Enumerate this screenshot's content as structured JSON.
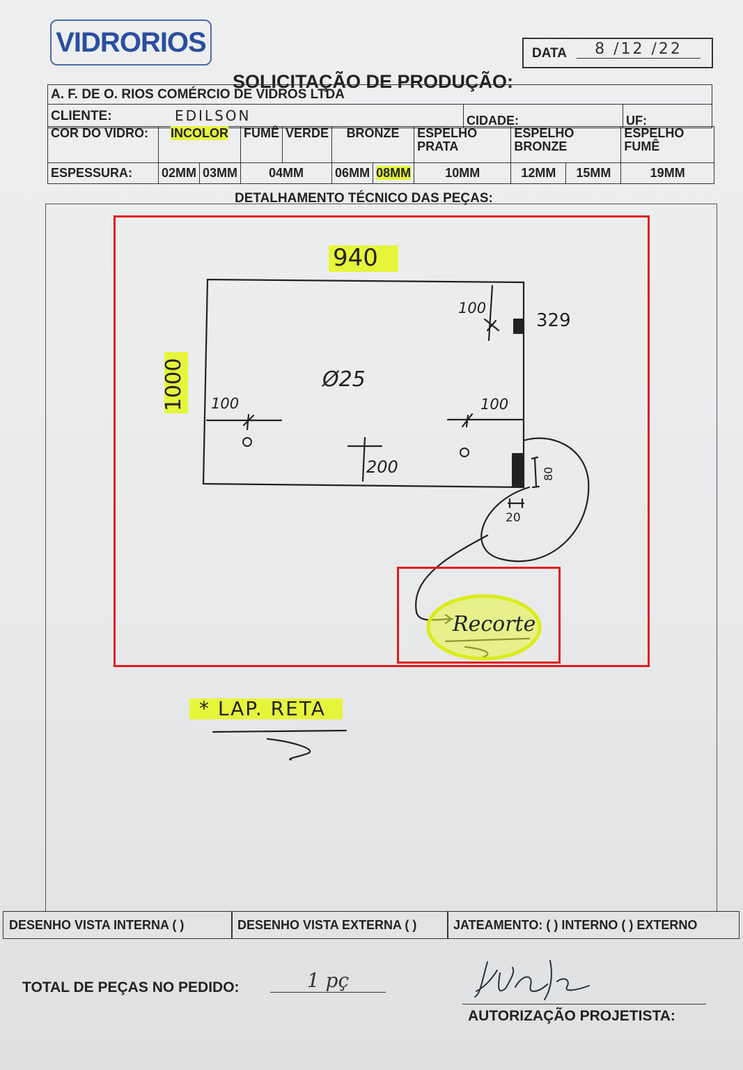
{
  "header": {
    "logo_text": "VIDRORIOS",
    "date_label": "DATA",
    "date_value": "8 /12 /22",
    "title": "SOLICITAÇÃO DE PRODUÇÃO:"
  },
  "company": {
    "name": "A. F. DE O. RIOS COMÉRCIO DE VIDROS LTDA",
    "client_label": "CLIENTE:",
    "client_value": "EDILSON",
    "city_label": "CIDADE:",
    "uf_label": "UF:"
  },
  "glass_color": {
    "label": "COR DO VIDRO:",
    "options": [
      "INCOLOR",
      "FUMÊ",
      "VERDE",
      "BRONZE",
      "ESPELHO PRATA",
      "ESPELHO BRONZE",
      "ESPELHO FUMÊ"
    ],
    "selected": "INCOLOR"
  },
  "thickness": {
    "label": "ESPESSURA:",
    "options": [
      "02MM",
      "03MM",
      "04MM",
      "06MM",
      "08MM",
      "10MM",
      "12MM",
      "15MM",
      "19MM"
    ],
    "selected": "08MM"
  },
  "section_title": "DETALHAMENTO TÉCNICO DAS PEÇAS:",
  "sketch": {
    "width": "940",
    "height": "1000",
    "hole_diameter": "Ø25",
    "top_hole_offset": "100",
    "top_notch_offset": "329",
    "left_hole_offset": "100",
    "right_hole_offset": "100",
    "bottom_center_offset": "200",
    "notch_height": "80",
    "notch_width": "20",
    "cutout_label": "Recorte",
    "note": "* LAP. RETA",
    "hole_marks": [
      "o",
      "o"
    ]
  },
  "highlight_color": "#e6f53a",
  "annotation_color": "#e01b1b",
  "footer": {
    "view_internal": "DESENHO VISTA INTERNA ( )",
    "view_external": "DESENHO VISTA EXTERNA ( )",
    "blasting": "JATEAMENTO: ( ) INTERNO ( ) EXTERNO",
    "total_label": "TOTAL DE PEÇAS NO PEDIDO:",
    "total_value": "1 pç",
    "authorization_label": "AUTORIZAÇÃO PROJETISTA:"
  }
}
